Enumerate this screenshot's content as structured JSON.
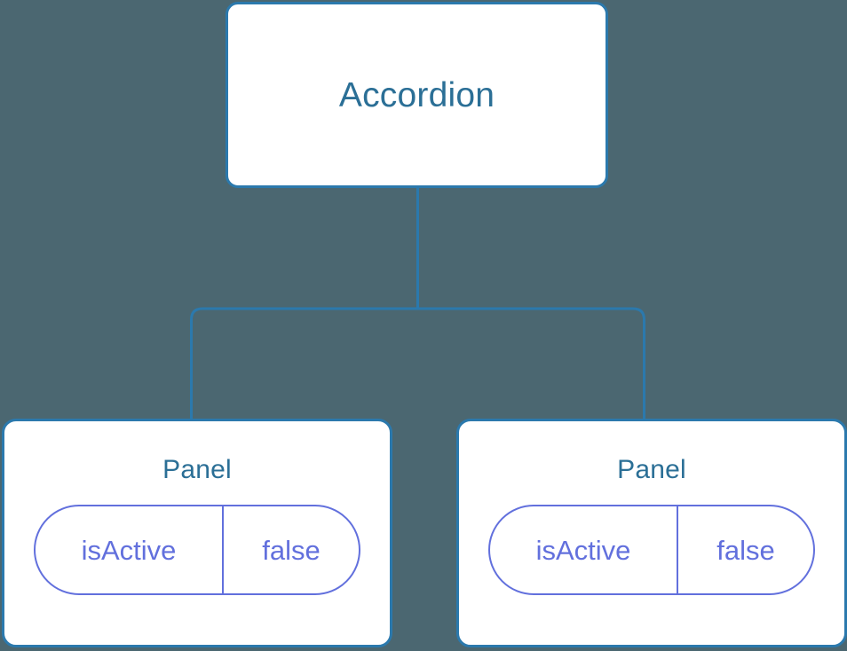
{
  "diagram": {
    "type": "component-tree",
    "background_color": "#4b6771",
    "node_border_color": "#2b79ad",
    "node_fill_color": "#ffffff",
    "node_title_color": "#2b6f96",
    "prop_color": "#6270dd",
    "edge_color": "#2b79ad",
    "root": {
      "title": "Accordion"
    },
    "children": [
      {
        "title": "Panel",
        "props": [
          {
            "key": "isActive",
            "value": "false"
          }
        ]
      },
      {
        "title": "Panel",
        "props": [
          {
            "key": "isActive",
            "value": "false"
          }
        ]
      }
    ],
    "edges": [
      {
        "from": "Accordion",
        "to": "Panel-1"
      },
      {
        "from": "Accordion",
        "to": "Panel-2"
      }
    ]
  }
}
